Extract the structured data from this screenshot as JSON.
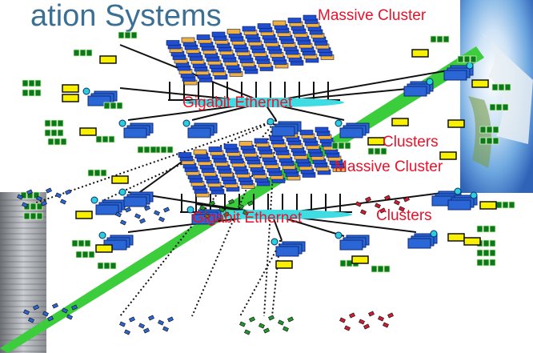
{
  "title": "ation Systems",
  "labels": {
    "massive_top": "Massive Cluster",
    "gigabit_top": "Gigabit Ethernet",
    "clusters_top": "Clusters",
    "massive_bottom": "Massive Cluster",
    "gigabit_bottom": "Gigabit Ethernet",
    "clusters_bottom": "Clusters"
  },
  "colors": {
    "label_red": "#e8122a",
    "title_blue": "#3b6f94",
    "diagonal_green": "#3ccd3c",
    "rack_blue": "#1f4fd0",
    "rack_orange": "#f0b040",
    "workstation_blue": "#2b66d6",
    "node_cyan": "#29d1d6",
    "chip_green": "#0a7a18",
    "card_yellow": "#f8f000"
  }
}
